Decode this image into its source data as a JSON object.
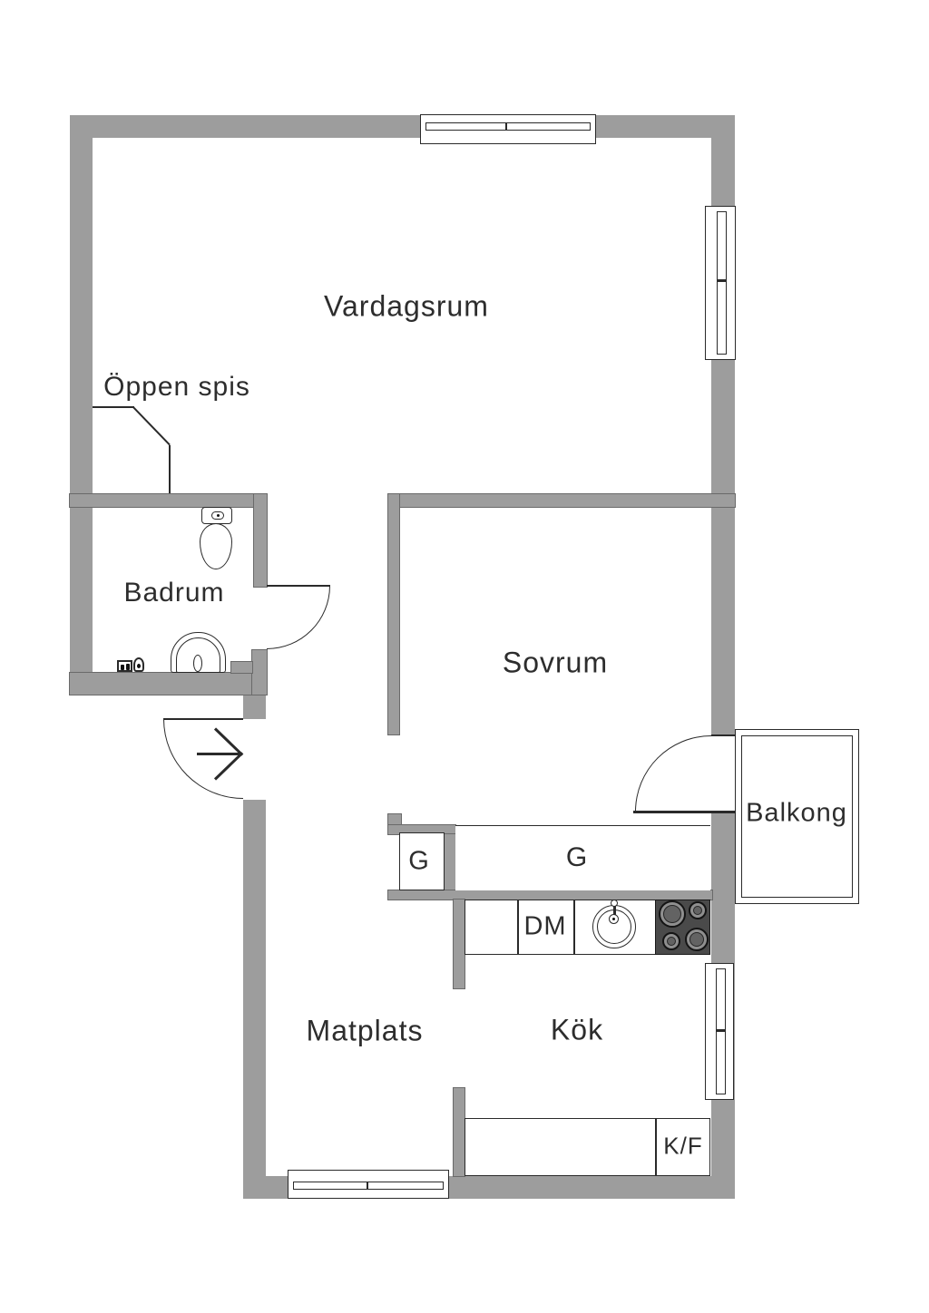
{
  "title": "Apartment floor plan",
  "rooms": {
    "living_room": {
      "label": "Vardagsrum"
    },
    "fireplace": {
      "label": "Öppen spis"
    },
    "bathroom": {
      "label": "Badrum"
    },
    "bedroom": {
      "label": "Sovrum"
    },
    "balcony": {
      "label": "Balkong"
    },
    "dining_area": {
      "label": "Matplats"
    },
    "kitchen": {
      "label": "Kök"
    }
  },
  "fixtures": {
    "wardrobe_hall": {
      "label": "G"
    },
    "wardrobe_bedroom": {
      "label": "G"
    },
    "dishwasher": {
      "label": "DM"
    },
    "fridge_freezer": {
      "label": "K/F"
    }
  },
  "symbols": [
    "toilet-icon",
    "bathroom-sink-icon",
    "washer-tap-icon",
    "fireplace-icon",
    "entry-arrow-icon",
    "door-swing-icon",
    "window-icon",
    "kitchen-sink-icon",
    "stove-icon",
    "balcony-icon"
  ],
  "colors": {
    "wall": "#9d9d9d",
    "line": "#2a2a2a",
    "text": "#2d2d2d",
    "stove": "#4a4a4a",
    "background": "#ffffff"
  }
}
